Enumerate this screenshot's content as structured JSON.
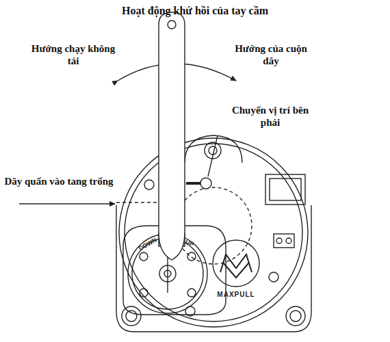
{
  "diagram": {
    "title": "Hoạt động khứ hồi của tay cầm",
    "labels": [
      "Hướng chạy không tải",
      "Hướng của cuộn dây",
      "Chuyển vị trí bên phải",
      "Dây quấn vào tang trống",
      "DOWN",
      "UP",
      "MAXPULL"
    ]
  }
}
